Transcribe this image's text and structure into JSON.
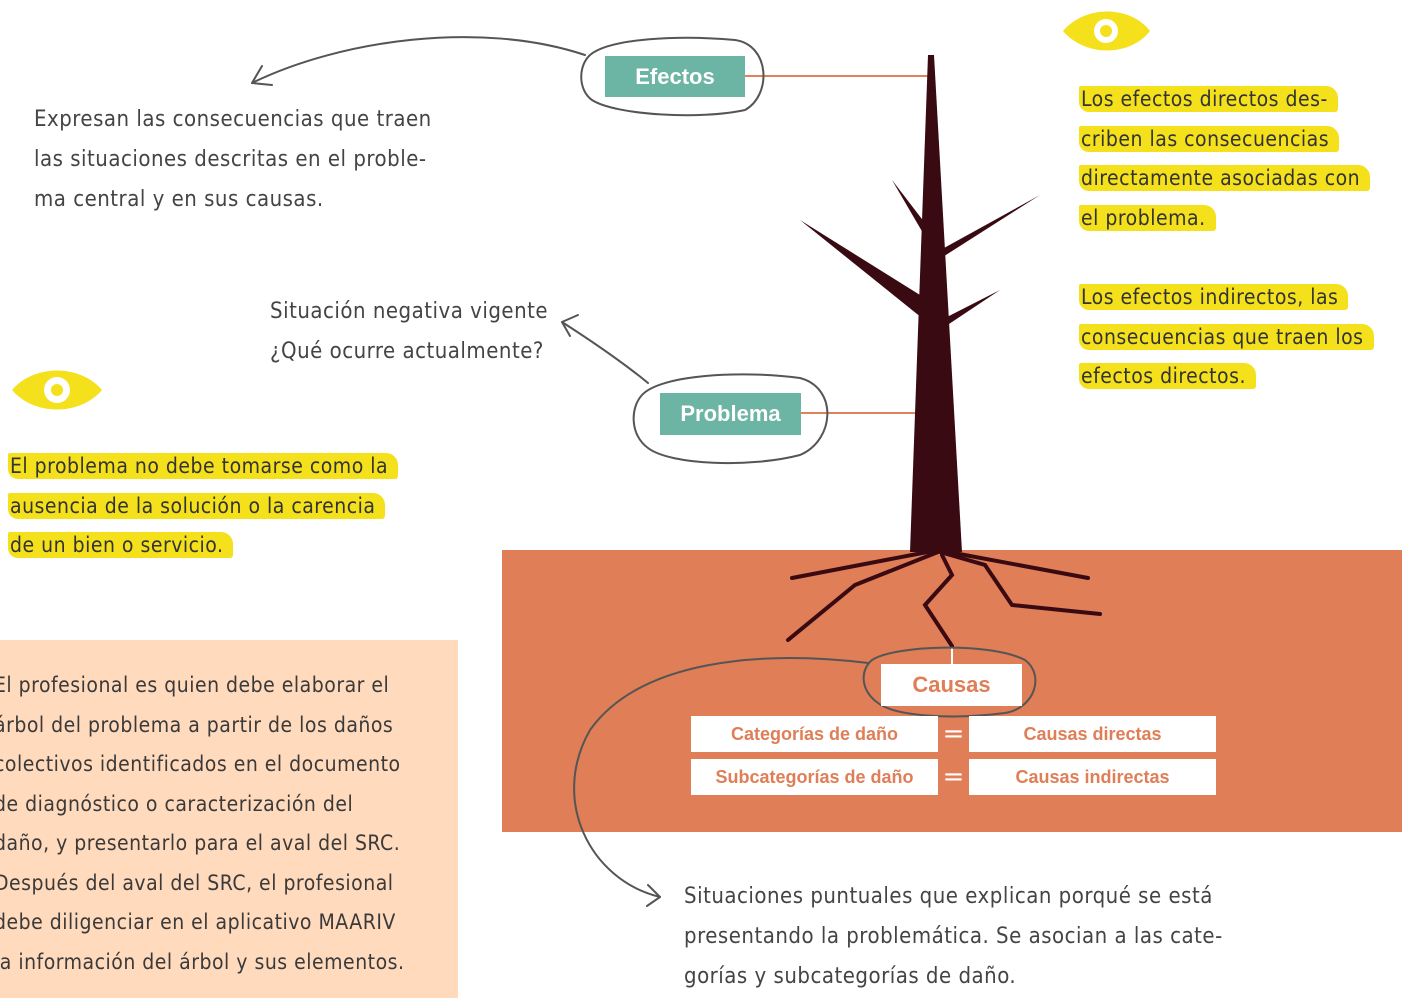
{
  "labels": {
    "efectos": "Efectos",
    "problema": "Problema",
    "causas": "Causas"
  },
  "notes": {
    "efectos_desc": [
      "Expresan las consecuencias que traen",
      "las situaciones descritas en el proble-",
      "ma central y en sus causas."
    ],
    "problema_desc": [
      "Situación negativa vigente",
      "¿Qué ocurre actualmente?"
    ],
    "causas_desc": [
      "Situaciones puntuales que explican porqué se está",
      "presentando la problemática. Se asocian a las cate-",
      "gorías y subcategorías de daño."
    ]
  },
  "highlights": {
    "efectos_directos": [
      "Los efectos directos des-",
      "criben las consecuencias",
      "directamente asociadas con",
      "el problema."
    ],
    "efectos_indirectos": [
      "Los efectos indirectos, las",
      "consecuencias que traen los",
      "efectos directos."
    ],
    "problema_nota": [
      "El problema no debe tomarse como la",
      "ausencia de la solución o la carencia",
      "de un bien o servicio."
    ]
  },
  "peach_note": [
    "El profesional es quien debe elaborar el",
    "árbol del problema a partir de los daños",
    "colectivos identificados en el documento",
    "de diagnóstico o caracterización del",
    "daño, y presentarlo para el aval del SRC.",
    "Después del aval del SRC, el profesional",
    "debe diligenciar en el aplicativo MAARIV",
    "la información del árbol y sus elementos."
  ],
  "equivalences": [
    {
      "left": "Categorías de daño",
      "sign": "=",
      "right": "Causas directas"
    },
    {
      "left": "Subcategorías de daño",
      "sign": "=",
      "right": "Causas indirectas"
    }
  ],
  "colors": {
    "teal": "#6cb4a4",
    "soil": "#df7e57",
    "peach": "#ffdabd",
    "highlight": "#f4e11c",
    "trunk": "#3a0a12",
    "connector": "#e0835a",
    "line": "#555555"
  },
  "icons": [
    "eye-icon",
    "eye-icon"
  ]
}
